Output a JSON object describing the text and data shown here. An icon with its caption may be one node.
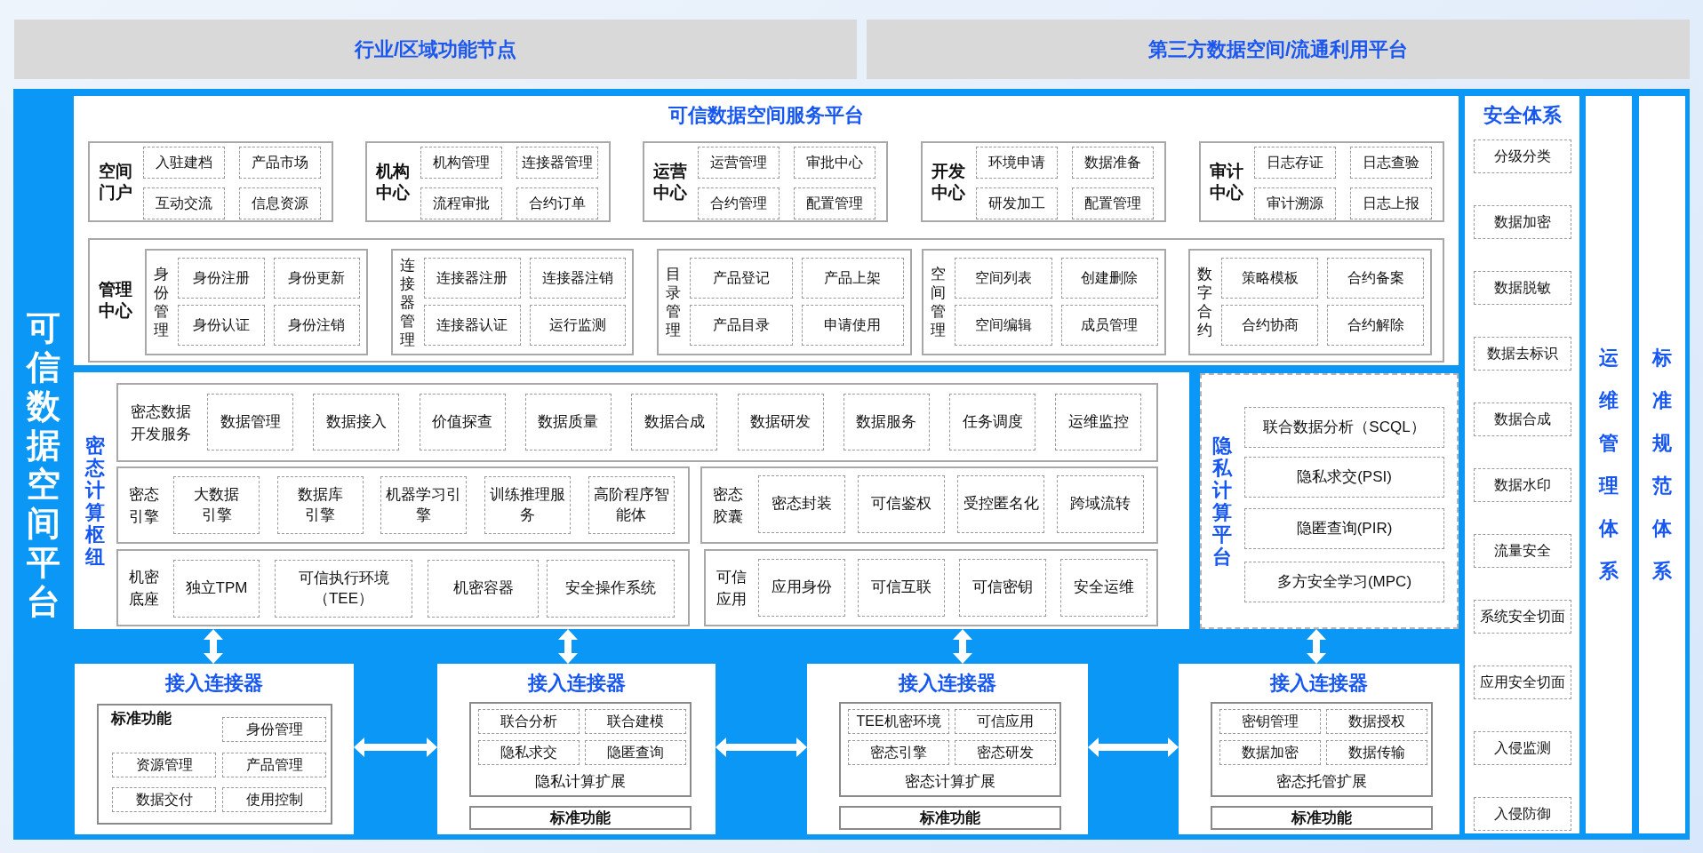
{
  "diagram": {
    "nodes": [
      {
        "text": [
          "行业/区域功能节点"
        ]
      },
      {
        "text": [
          "第三方数据空间/流通利用平台"
        ]
      },
      {
        "text": [
          "可信数据空间平台"
        ]
      },
      {
        "text": [
          "可信数据空间服务平台"
        ],
        "in": 2
      },
      {
        "text": [
          "空间门户"
        ],
        "in": 3
      },
      {
        "text": [
          "入驻建档"
        ],
        "in": 4
      },
      {
        "text": [
          "产品市场"
        ],
        "in": 4
      },
      {
        "text": [
          "互动交流"
        ],
        "in": 4
      },
      {
        "text": [
          "信息资源"
        ],
        "in": 4
      },
      {
        "text": [
          "机构中心"
        ],
        "in": 3
      },
      {
        "text": [
          "机构管理"
        ],
        "in": 9
      },
      {
        "text": [
          "连接器管理"
        ],
        "in": 9
      },
      {
        "text": [
          "流程审批"
        ],
        "in": 9
      },
      {
        "text": [
          "合约订单"
        ],
        "in": 9
      },
      {
        "text": [
          "运营中心"
        ],
        "in": 3
      },
      {
        "text": [
          "运营管理"
        ],
        "in": 14
      },
      {
        "text": [
          "审批中心"
        ],
        "in": 14
      },
      {
        "text": [
          "合约管理"
        ],
        "in": 14
      },
      {
        "text": [
          "配置管理"
        ],
        "in": 14
      },
      {
        "text": [
          "开发中心"
        ],
        "in": 3
      },
      {
        "text": [
          "环境申请"
        ],
        "in": 19
      },
      {
        "text": [
          "数据准备"
        ],
        "in": 19
      },
      {
        "text": [
          "研发加工"
        ],
        "in": 19
      },
      {
        "text": [
          "配置管理"
        ],
        "in": 19
      },
      {
        "text": [
          "审计中心"
        ],
        "in": 3
      },
      {
        "text": [
          "日志存证"
        ],
        "in": 24
      },
      {
        "text": [
          "日志查验"
        ],
        "in": 24
      },
      {
        "text": [
          "审计溯源"
        ],
        "in": 24
      },
      {
        "text": [
          "日志上报"
        ],
        "in": 24
      },
      {
        "text": [
          "管理中心"
        ],
        "in": 3
      },
      {
        "text": [
          "身份管理"
        ],
        "in": 29
      },
      {
        "text": [
          "身份注册"
        ],
        "in": 30
      },
      {
        "text": [
          "身份更新"
        ],
        "in": 30
      },
      {
        "text": [
          "身份认证"
        ],
        "in": 30
      },
      {
        "text": [
          "身份注销"
        ],
        "in": 30
      },
      {
        "text": [
          "连接器管理"
        ],
        "in": 29
      },
      {
        "text": [
          "连接器注册"
        ],
        "in": 35
      },
      {
        "text": [
          "连接器注销"
        ],
        "in": 35
      },
      {
        "text": [
          "连接器认证"
        ],
        "in": 35
      },
      {
        "text": [
          "运行监测"
        ],
        "in": 35
      },
      {
        "text": [
          "目录管理"
        ],
        "in": 29
      },
      {
        "text": [
          "产品登记"
        ],
        "in": 40
      },
      {
        "text": [
          "产品上架"
        ],
        "in": 40
      },
      {
        "text": [
          "产品目录"
        ],
        "in": 40
      },
      {
        "text": [
          "申请使用"
        ],
        "in": 40
      },
      {
        "text": [
          "空间管理"
        ],
        "in": 29
      },
      {
        "text": [
          "空间列表"
        ],
        "in": 45
      },
      {
        "text": [
          "创建删除"
        ],
        "in": 45
      },
      {
        "text": [
          "空间编辑"
        ],
        "in": 45
      },
      {
        "text": [
          "成员管理"
        ],
        "in": 45
      },
      {
        "text": [
          "数字合约"
        ],
        "in": 29
      },
      {
        "text": [
          "策略模板"
        ],
        "in": 50
      },
      {
        "text": [
          "合约备案"
        ],
        "in": 50
      },
      {
        "text": [
          "合约协商"
        ],
        "in": 50
      },
      {
        "text": [
          "合约解除"
        ],
        "in": 50
      },
      {
        "text": [
          "密态计算枢纽"
        ],
        "in": 2
      },
      {
        "text": [
          "密态数据开发服务"
        ],
        "in": 55
      },
      {
        "text": [
          "数据管理"
        ],
        "in": 56
      },
      {
        "text": [
          "数据接入"
        ],
        "in": 56
      },
      {
        "text": [
          "价值探查"
        ],
        "in": 56
      },
      {
        "text": [
          "数据质量"
        ],
        "in": 56
      },
      {
        "text": [
          "数据合成"
        ],
        "in": 56
      },
      {
        "text": [
          "数据研发"
        ],
        "in": 56
      },
      {
        "text": [
          "数据服务"
        ],
        "in": 56
      },
      {
        "text": [
          "任务调度"
        ],
        "in": 56
      },
      {
        "text": [
          "运维监控"
        ],
        "in": 56
      },
      {
        "text": [
          "密态引擎"
        ],
        "in": 55
      },
      {
        "text": [
          "大数据引擎"
        ],
        "in": 66
      },
      {
        "text": [
          "数据库引擎"
        ],
        "in": 66
      },
      {
        "text": [
          "机器学习引擎"
        ],
        "in": 66
      },
      {
        "text": [
          "训练推理服务"
        ],
        "in": 66
      },
      {
        "text": [
          "高阶程序智能体"
        ],
        "in": 66
      },
      {
        "text": [
          "密态胶囊"
        ],
        "in": 55
      },
      {
        "text": [
          "密态封装"
        ],
        "in": 72
      },
      {
        "text": [
          "可信鉴权"
        ],
        "in": 72
      },
      {
        "text": [
          "受控匿名化"
        ],
        "in": 72
      },
      {
        "text": [
          "跨域流转"
        ],
        "in": 72
      },
      {
        "text": [
          "机密底座"
        ],
        "in": 55
      },
      {
        "text": [
          "独立TPM"
        ],
        "in": 77
      },
      {
        "text": [
          "可信执行环境（TEE）"
        ],
        "in": 77
      },
      {
        "text": [
          "机密容器"
        ],
        "in": 77
      },
      {
        "text": [
          "安全操作系统"
        ],
        "in": 77
      },
      {
        "text": [
          "可信应用"
        ],
        "in": 55
      },
      {
        "text": [
          "应用身份"
        ],
        "in": 82
      },
      {
        "text": [
          "可信互联"
        ],
        "in": 82
      },
      {
        "text": [
          "可信密钥"
        ],
        "in": 82
      },
      {
        "text": [
          "安全运维"
        ],
        "in": 82
      },
      {
        "text": [
          "隐私计算平台"
        ],
        "in": 2
      },
      {
        "text": [
          "联合数据分析（SCQL）"
        ],
        "in": 87
      },
      {
        "text": [
          "隐私求交(PSI)"
        ],
        "in": 87
      },
      {
        "text": [
          "隐匿查询(PIR)"
        ],
        "in": 87
      },
      {
        "text": [
          "多方安全学习(MPC)"
        ],
        "in": 87
      },
      {
        "text": [
          "接入连接器"
        ],
        "in": 2
      },
      {
        "text": [
          "标准功能"
        ],
        "in": 92
      },
      {
        "text": [
          "身份管理"
        ],
        "in": 93
      },
      {
        "text": [
          "资源管理"
        ],
        "in": 93
      },
      {
        "text": [
          "产品管理"
        ],
        "in": 93
      },
      {
        "text": [
          "数据交付"
        ],
        "in": 93
      },
      {
        "text": [
          "使用控制"
        ],
        "in": 93
      },
      {
        "text": [
          "接入连接器"
        ],
        "in": 2
      },
      {
        "text": [
          "隐私计算扩展"
        ],
        "in": 99
      },
      {
        "text": [
          "联合分析"
        ],
        "in": 100
      },
      {
        "text": [
          "联合建模"
        ],
        "in": 100
      },
      {
        "text": [
          "隐私求交"
        ],
        "in": 100
      },
      {
        "text": [
          "隐匿查询"
        ],
        "in": 100
      },
      {
        "text": [
          "标准功能"
        ],
        "in": 99
      },
      {
        "text": [
          "接入连接器"
        ],
        "in": 2
      },
      {
        "text": [
          "密态计算扩展"
        ],
        "in": 106
      },
      {
        "text": [
          "TEE机密环境"
        ],
        "in": 107
      },
      {
        "text": [
          "可信应用"
        ],
        "in": 107
      },
      {
        "text": [
          "密态引擎"
        ],
        "in": 107
      },
      {
        "text": [
          "密态研发"
        ],
        "in": 107
      },
      {
        "text": [
          "标准功能"
        ],
        "in": 106
      },
      {
        "text": [
          "接入连接器"
        ],
        "in": 2
      },
      {
        "text": [
          "密态托管扩展"
        ],
        "in": 113
      },
      {
        "text": [
          "密钥管理"
        ],
        "in": 114
      },
      {
        "text": [
          "数据授权"
        ],
        "in": 114
      },
      {
        "text": [
          "数据加密"
        ],
        "in": 114
      },
      {
        "text": [
          "数据传输"
        ],
        "in": 114
      },
      {
        "text": [
          "标准功能"
        ],
        "in": 113
      },
      {
        "text": [
          "安全体系"
        ],
        "in": 2
      },
      {
        "text": [
          "分级分类"
        ],
        "in": 120
      },
      {
        "text": [
          "数据加密"
        ],
        "in": 120
      },
      {
        "text": [
          "数据脱敏"
        ],
        "in": 120
      },
      {
        "text": [
          "数据去标识"
        ],
        "in": 120
      },
      {
        "text": [
          "数据合成"
        ],
        "in": 120
      },
      {
        "text": [
          "数据水印"
        ],
        "in": 120
      },
      {
        "text": [
          "流量安全"
        ],
        "in": 120
      },
      {
        "text": [
          "系统安全切面"
        ],
        "in": 120
      },
      {
        "text": [
          "应用安全切面"
        ],
        "in": 120
      },
      {
        "text": [
          "入侵监测"
        ],
        "in": 120
      },
      {
        "text": [
          "入侵防御"
        ],
        "in": 120
      },
      {
        "text": [
          "运维管理体系"
        ],
        "in": 2
      },
      {
        "text": [
          "标准规范体系"
        ],
        "in": 2
      }
    ],
    "edges": [
      {
        "from": 92,
        "to": 55,
        "arrow": "both"
      },
      {
        "from": 99,
        "to": 55,
        "arrow": "both"
      },
      {
        "from": 106,
        "to": 55,
        "arrow": "both"
      },
      {
        "from": 113,
        "to": 87,
        "arrow": "both"
      },
      {
        "from": 92,
        "to": 99,
        "arrow": "both"
      },
      {
        "from": 99,
        "to": 106,
        "arrow": "both"
      },
      {
        "from": 106,
        "to": 113,
        "arrow": "both"
      }
    ]
  }
}
